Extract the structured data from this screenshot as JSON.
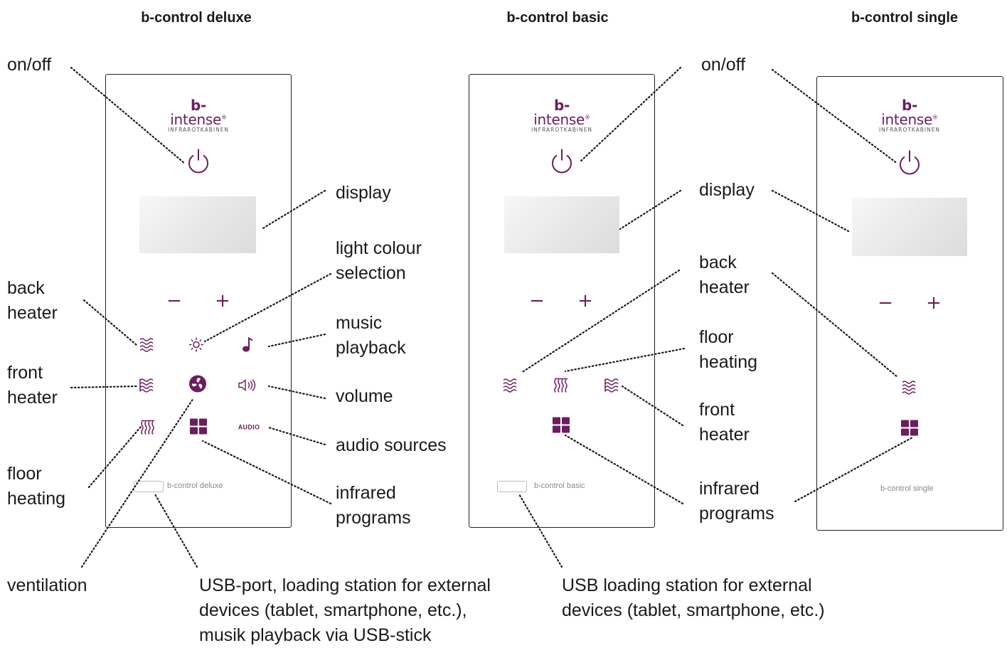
{
  "titles": {
    "deluxe": "b-control deluxe",
    "basic": "b-control basic",
    "single": "b-control single"
  },
  "logo": {
    "brand_b": "b-",
    "brand_rest": "intense",
    "registered": "®",
    "subtitle": "INFRAROTKABINEN"
  },
  "panels": {
    "deluxe": {
      "model_label": "b-control deluxe",
      "minus": "−",
      "plus": "+",
      "audio_button": "AUDIO"
    },
    "basic": {
      "model_label": "b-control basic",
      "minus": "−",
      "plus": "+"
    },
    "single": {
      "model_label": "b-control single",
      "minus": "−",
      "plus": "+"
    }
  },
  "labels": {
    "deluxe": {
      "on_off": "on/off",
      "display": "display",
      "light_colour": [
        "light colour",
        "selection"
      ],
      "music": [
        "music",
        "playback"
      ],
      "volume": "volume",
      "audio_sources": "audio sources",
      "infrared": [
        "infrared",
        "programs"
      ],
      "back_heater": [
        "back",
        "heater"
      ],
      "front_heater": [
        "front",
        "heater"
      ],
      "floor_heating": [
        "floor",
        "heating"
      ],
      "ventilation": "ventilation",
      "usb": [
        "USB-port, loading station for external",
        "devices (tablet, smartphone, etc.),",
        "musik playback via USB-stick"
      ]
    },
    "basic": {
      "on_off": "on/off",
      "display": "display",
      "back_heater": [
        "back",
        "heater"
      ],
      "floor_heating": [
        "floor",
        "heating"
      ],
      "front_heater": [
        "front",
        "heater"
      ],
      "infrared": [
        "infrared",
        "programs"
      ],
      "usb": [
        "USB loading station for external",
        "devices (tablet, smartphone, etc.)"
      ]
    }
  },
  "icons": {
    "power": "power-icon",
    "back_heater": "back-heater-icon",
    "front_heater": "front-heater-icon",
    "floor_heating": "floor-heating-icon",
    "light": "sun-icon",
    "music": "music-note-icon",
    "fan": "fan-icon",
    "volume": "speaker-icon",
    "programs": "grid-icon"
  },
  "colors": {
    "brand": "#6b1d5e",
    "text": "#1a1a1a",
    "panel_border": "#222222"
  }
}
